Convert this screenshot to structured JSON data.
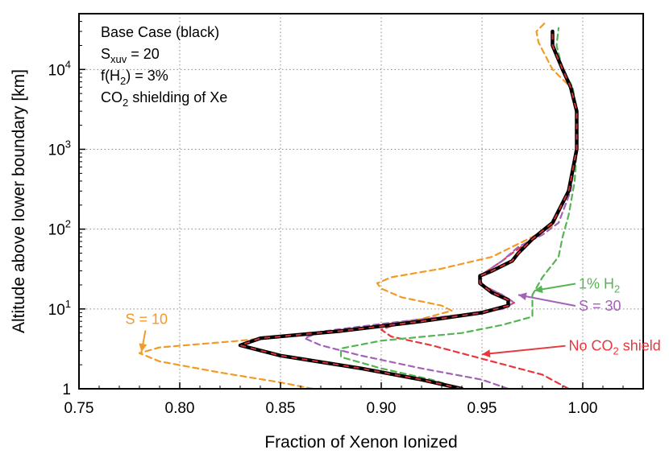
{
  "chart_data": {
    "type": "line",
    "xlabel": "Fraction of Xenon Ionized",
    "ylabel": "Altitude above lower boundary [km]",
    "xlim": [
      0.75,
      1.03
    ],
    "ylim": [
      1,
      50000
    ],
    "yscale": "log",
    "grid": true,
    "x_ticks": [
      0.75,
      0.8,
      0.85,
      0.9,
      0.95,
      1.0
    ],
    "x_tick_labels": [
      "0.75",
      "0.80",
      "0.85",
      "0.90",
      "0.95",
      "1.00"
    ],
    "y_ticks": [
      {
        "value": 1,
        "base": "1",
        "exp": ""
      },
      {
        "value": 10,
        "base": "10",
        "exp": "1"
      },
      {
        "value": 100,
        "base": "10",
        "exp": "2"
      },
      {
        "value": 1000,
        "base": "10",
        "exp": "3"
      },
      {
        "value": 10000,
        "base": "10",
        "exp": "4"
      }
    ],
    "annotation": [
      {
        "main": "Base Case (black)",
        "sub": "",
        "rest": ""
      },
      {
        "main": "S",
        "sub": "xuv",
        "rest": " = 20"
      },
      {
        "main": "f(H",
        "sub": "2",
        "rest": ") = 3%"
      },
      {
        "main": "CO",
        "sub": "2",
        "rest": " shielding of Xe"
      }
    ],
    "series": [
      {
        "color": "#e8383d",
        "dash": "dashed",
        "points": [
          [
            0.993,
            1
          ],
          [
            0.98,
            1.5
          ],
          [
            0.955,
            2.2
          ],
          [
            0.925,
            3.5
          ],
          [
            0.905,
            4.5
          ],
          [
            0.9,
            5.5
          ],
          [
            0.91,
            6.8
          ],
          [
            0.94,
            8.5
          ],
          [
            0.96,
            10
          ],
          [
            0.966,
            12
          ],
          [
            0.96,
            15
          ],
          [
            0.95,
            20
          ],
          [
            0.949,
            26
          ],
          [
            0.96,
            40
          ],
          [
            0.965,
            50
          ],
          [
            0.975,
            75
          ],
          [
            0.985,
            120
          ],
          [
            0.993,
            300
          ],
          [
            0.997,
            1000
          ],
          [
            0.997,
            3000
          ],
          [
            0.994,
            6000
          ],
          [
            0.99,
            10000
          ],
          [
            0.985,
            20000
          ],
          [
            0.985,
            30000
          ]
        ]
      },
      {
        "color": "#f39a24",
        "dash": "dashed",
        "points": [
          [
            0.866,
            1
          ],
          [
            0.85,
            1.2
          ],
          [
            0.82,
            1.6
          ],
          [
            0.79,
            2.2
          ],
          [
            0.78,
            2.8
          ],
          [
            0.79,
            3.3
          ],
          [
            0.83,
            4
          ],
          [
            0.86,
            4.8
          ],
          [
            0.89,
            5.8
          ],
          [
            0.92,
            7.5
          ],
          [
            0.935,
            9.5
          ],
          [
            0.93,
            11
          ],
          [
            0.91,
            14
          ],
          [
            0.9,
            18
          ],
          [
            0.898,
            21
          ],
          [
            0.905,
            25
          ],
          [
            0.93,
            32
          ],
          [
            0.955,
            45
          ],
          [
            0.965,
            60
          ],
          [
            0.975,
            80
          ],
          [
            0.985,
            110
          ],
          [
            0.993,
            300
          ],
          [
            0.997,
            1000
          ],
          [
            0.997,
            3000
          ],
          [
            0.994,
            6000
          ],
          [
            0.985,
            10000
          ],
          [
            0.978,
            22000
          ],
          [
            0.977,
            30000
          ],
          [
            0.982,
            40000
          ]
        ]
      },
      {
        "color": "#a361b8",
        "dash": "dashed",
        "points": [
          [
            0.963,
            1
          ],
          [
            0.95,
            1.3
          ],
          [
            0.92,
            1.8
          ],
          [
            0.89,
            2.6
          ],
          [
            0.87,
            3.5
          ],
          [
            0.862,
            4.3
          ],
          [
            0.87,
            5.2
          ],
          [
            0.9,
            6.5
          ],
          [
            0.94,
            8.5
          ],
          [
            0.96,
            10
          ],
          [
            0.966,
            12
          ],
          [
            0.96,
            15
          ],
          [
            0.95,
            20
          ],
          [
            0.949,
            26
          ],
          [
            0.96,
            40
          ],
          [
            0.968,
            60
          ],
          [
            0.98,
            85
          ],
          [
            0.988,
            120
          ],
          [
            0.994,
            300
          ],
          [
            0.997,
            1000
          ],
          [
            0.997,
            3000
          ],
          [
            0.994,
            6000
          ],
          [
            0.99,
            10000
          ],
          [
            0.985,
            20000
          ],
          [
            0.985,
            30000
          ]
        ]
      },
      {
        "color": "#55b553",
        "dash": "dashed",
        "points": [
          [
            0.94,
            1
          ],
          [
            0.925,
            1.3
          ],
          [
            0.9,
            1.8
          ],
          [
            0.88,
            2.5
          ],
          [
            0.88,
            3.2
          ],
          [
            0.9,
            4
          ],
          [
            0.94,
            5
          ],
          [
            0.96,
            6.3
          ],
          [
            0.975,
            8
          ],
          [
            0.975,
            10
          ],
          [
            0.975,
            15
          ],
          [
            0.98,
            25
          ],
          [
            0.988,
            45
          ],
          [
            0.99,
            80
          ],
          [
            0.993,
            150
          ],
          [
            0.996,
            400
          ],
          [
            0.997,
            1000
          ],
          [
            0.997,
            3000
          ],
          [
            0.995,
            6000
          ],
          [
            0.99,
            10000
          ],
          [
            0.987,
            20000
          ],
          [
            0.988,
            33000
          ]
        ]
      },
      {
        "color": "#000000",
        "dash": "solid",
        "points": [
          [
            0.94,
            1
          ],
          [
            0.92,
            1.3
          ],
          [
            0.89,
            1.8
          ],
          [
            0.85,
            2.6
          ],
          [
            0.83,
            3.5
          ],
          [
            0.84,
            4.3
          ],
          [
            0.88,
            5.3
          ],
          [
            0.92,
            7
          ],
          [
            0.95,
            9
          ],
          [
            0.963,
            11
          ],
          [
            0.963,
            13
          ],
          [
            0.955,
            16
          ],
          [
            0.949,
            21
          ],
          [
            0.949,
            26
          ],
          [
            0.955,
            30
          ],
          [
            0.965,
            40
          ],
          [
            0.968,
            50
          ],
          [
            0.975,
            75
          ],
          [
            0.985,
            120
          ],
          [
            0.993,
            300
          ],
          [
            0.997,
            1000
          ],
          [
            0.997,
            3000
          ],
          [
            0.994,
            6000
          ],
          [
            0.99,
            10000
          ],
          [
            0.985,
            20000
          ],
          [
            0.985,
            30000
          ]
        ]
      }
    ],
    "series_labels": [
      {
        "text": "S = 10",
        "sub": "",
        "rest": "",
        "color": "#f39a24",
        "x": 0.773,
        "y": 6.5,
        "arrow_to": [
          0.781,
          2.9
        ]
      },
      {
        "text": "1% H",
        "sub": "2",
        "rest": "",
        "color": "#55b553",
        "x": 0.998,
        "y": 18,
        "arrow_to": [
          0.976,
          17
        ]
      },
      {
        "text": "S = 30",
        "sub": "",
        "rest": "",
        "color": "#a361b8",
        "x": 0.998,
        "y": 9.5,
        "arrow_to": [
          0.968,
          15
        ]
      },
      {
        "text": "No CO",
        "sub": "2",
        "rest": " shield",
        "color": "#e8383d",
        "x": 0.993,
        "y": 3.0,
        "arrow_to": [
          0.95,
          2.7
        ]
      }
    ]
  }
}
